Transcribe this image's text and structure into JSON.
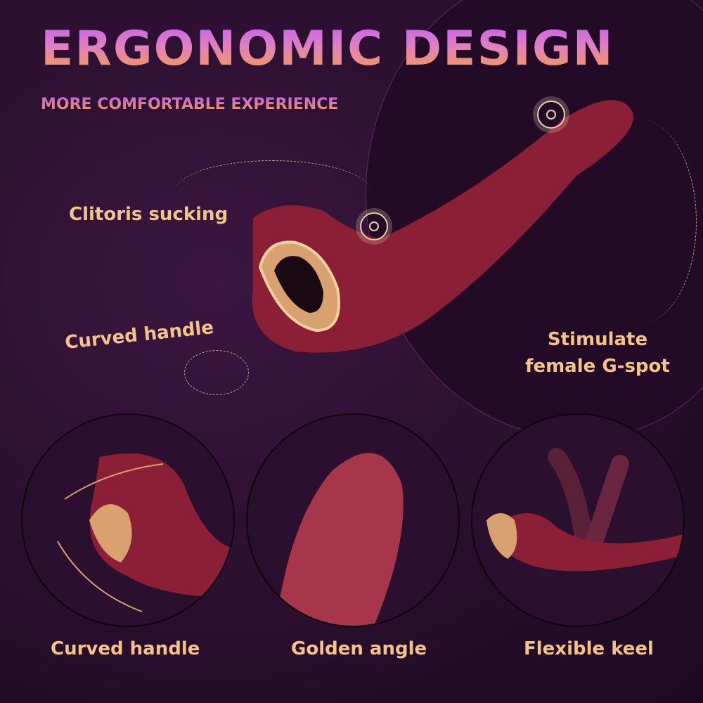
{
  "header": {
    "title": "ERGONOMIC DESIGN",
    "subtitle": "MORE COMFORTABLE EXPERIENCE"
  },
  "callouts": [
    {
      "label": "Clitoris sucking"
    },
    {
      "label": "Curved handle"
    },
    {
      "label": "Stimulate female G-spot"
    }
  ],
  "panels": [
    {
      "label": "Curved handle"
    },
    {
      "label": "Golden angle"
    },
    {
      "label": "Flexible keel"
    }
  ],
  "colors": {
    "background": "#2a0f2e",
    "product": "#8a1f35",
    "accent_text": "#f2c48a",
    "title_gradient_top": "#c060f0",
    "title_gradient_bottom": "#f5a040"
  }
}
